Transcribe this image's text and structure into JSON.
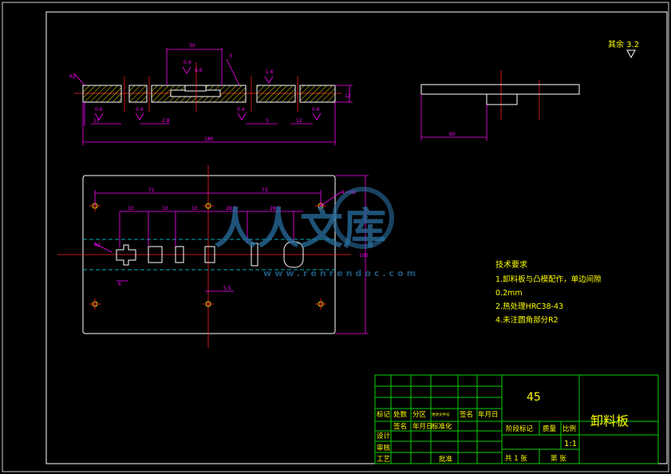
{
  "surface_finish_note": "其余 3.2",
  "section_view": {
    "dims": {
      "overall_length": "180",
      "top_width": "30",
      "thickness": "12",
      "slot_width_1": "11",
      "slot_width_2": "2.8",
      "slot_width_3": "5",
      "slot_width_4": "12",
      "roughness_06_a": "0.6",
      "roughness_06_b": "0.6",
      "roughness_04_a": "0.4",
      "roughness_04_b": "0.4",
      "roughness_04_c": "0.4",
      "roughness_16": "1.6",
      "chamfer": "R2"
    }
  },
  "side_view": {
    "dims": {
      "length": "60"
    }
  },
  "plan_view": {
    "dims": {
      "hole_spacing_left": "71",
      "hole_spacing_right": "73",
      "slot_a": "10",
      "slot_b": "10",
      "slot_c": "10",
      "slot_d": "28.5",
      "slot_e": "28.5",
      "height": "100",
      "hole_callout": "4×M8",
      "pitch": "5.5",
      "small": "6"
    }
  },
  "tech_requirements": {
    "title": "技术要求",
    "items": [
      "1.卸料板与凸模配作，单边间隙",
      "0.2mm",
      "2.热处理HRC38-43",
      "4.未注圆角部分R2"
    ]
  },
  "title_block": {
    "material": "45",
    "part_name": "卸料板",
    "row_labels": [
      "标记",
      "处数",
      "分区",
      "更改文件号",
      "签名",
      "年月日"
    ],
    "row2_labels": [
      "签名",
      "年月日",
      "标准化"
    ],
    "left_labels": [
      "设计",
      "审核",
      "工艺"
    ],
    "approve": "批准",
    "stage_mark": "阶段标记",
    "weight": "质量",
    "scale_label": "比例",
    "scale": "1:1",
    "sheets_total": "共 1 张",
    "sheet_no": "第  张"
  },
  "watermark": {
    "text": "人人文库",
    "url": "www.renrendoc.com"
  }
}
